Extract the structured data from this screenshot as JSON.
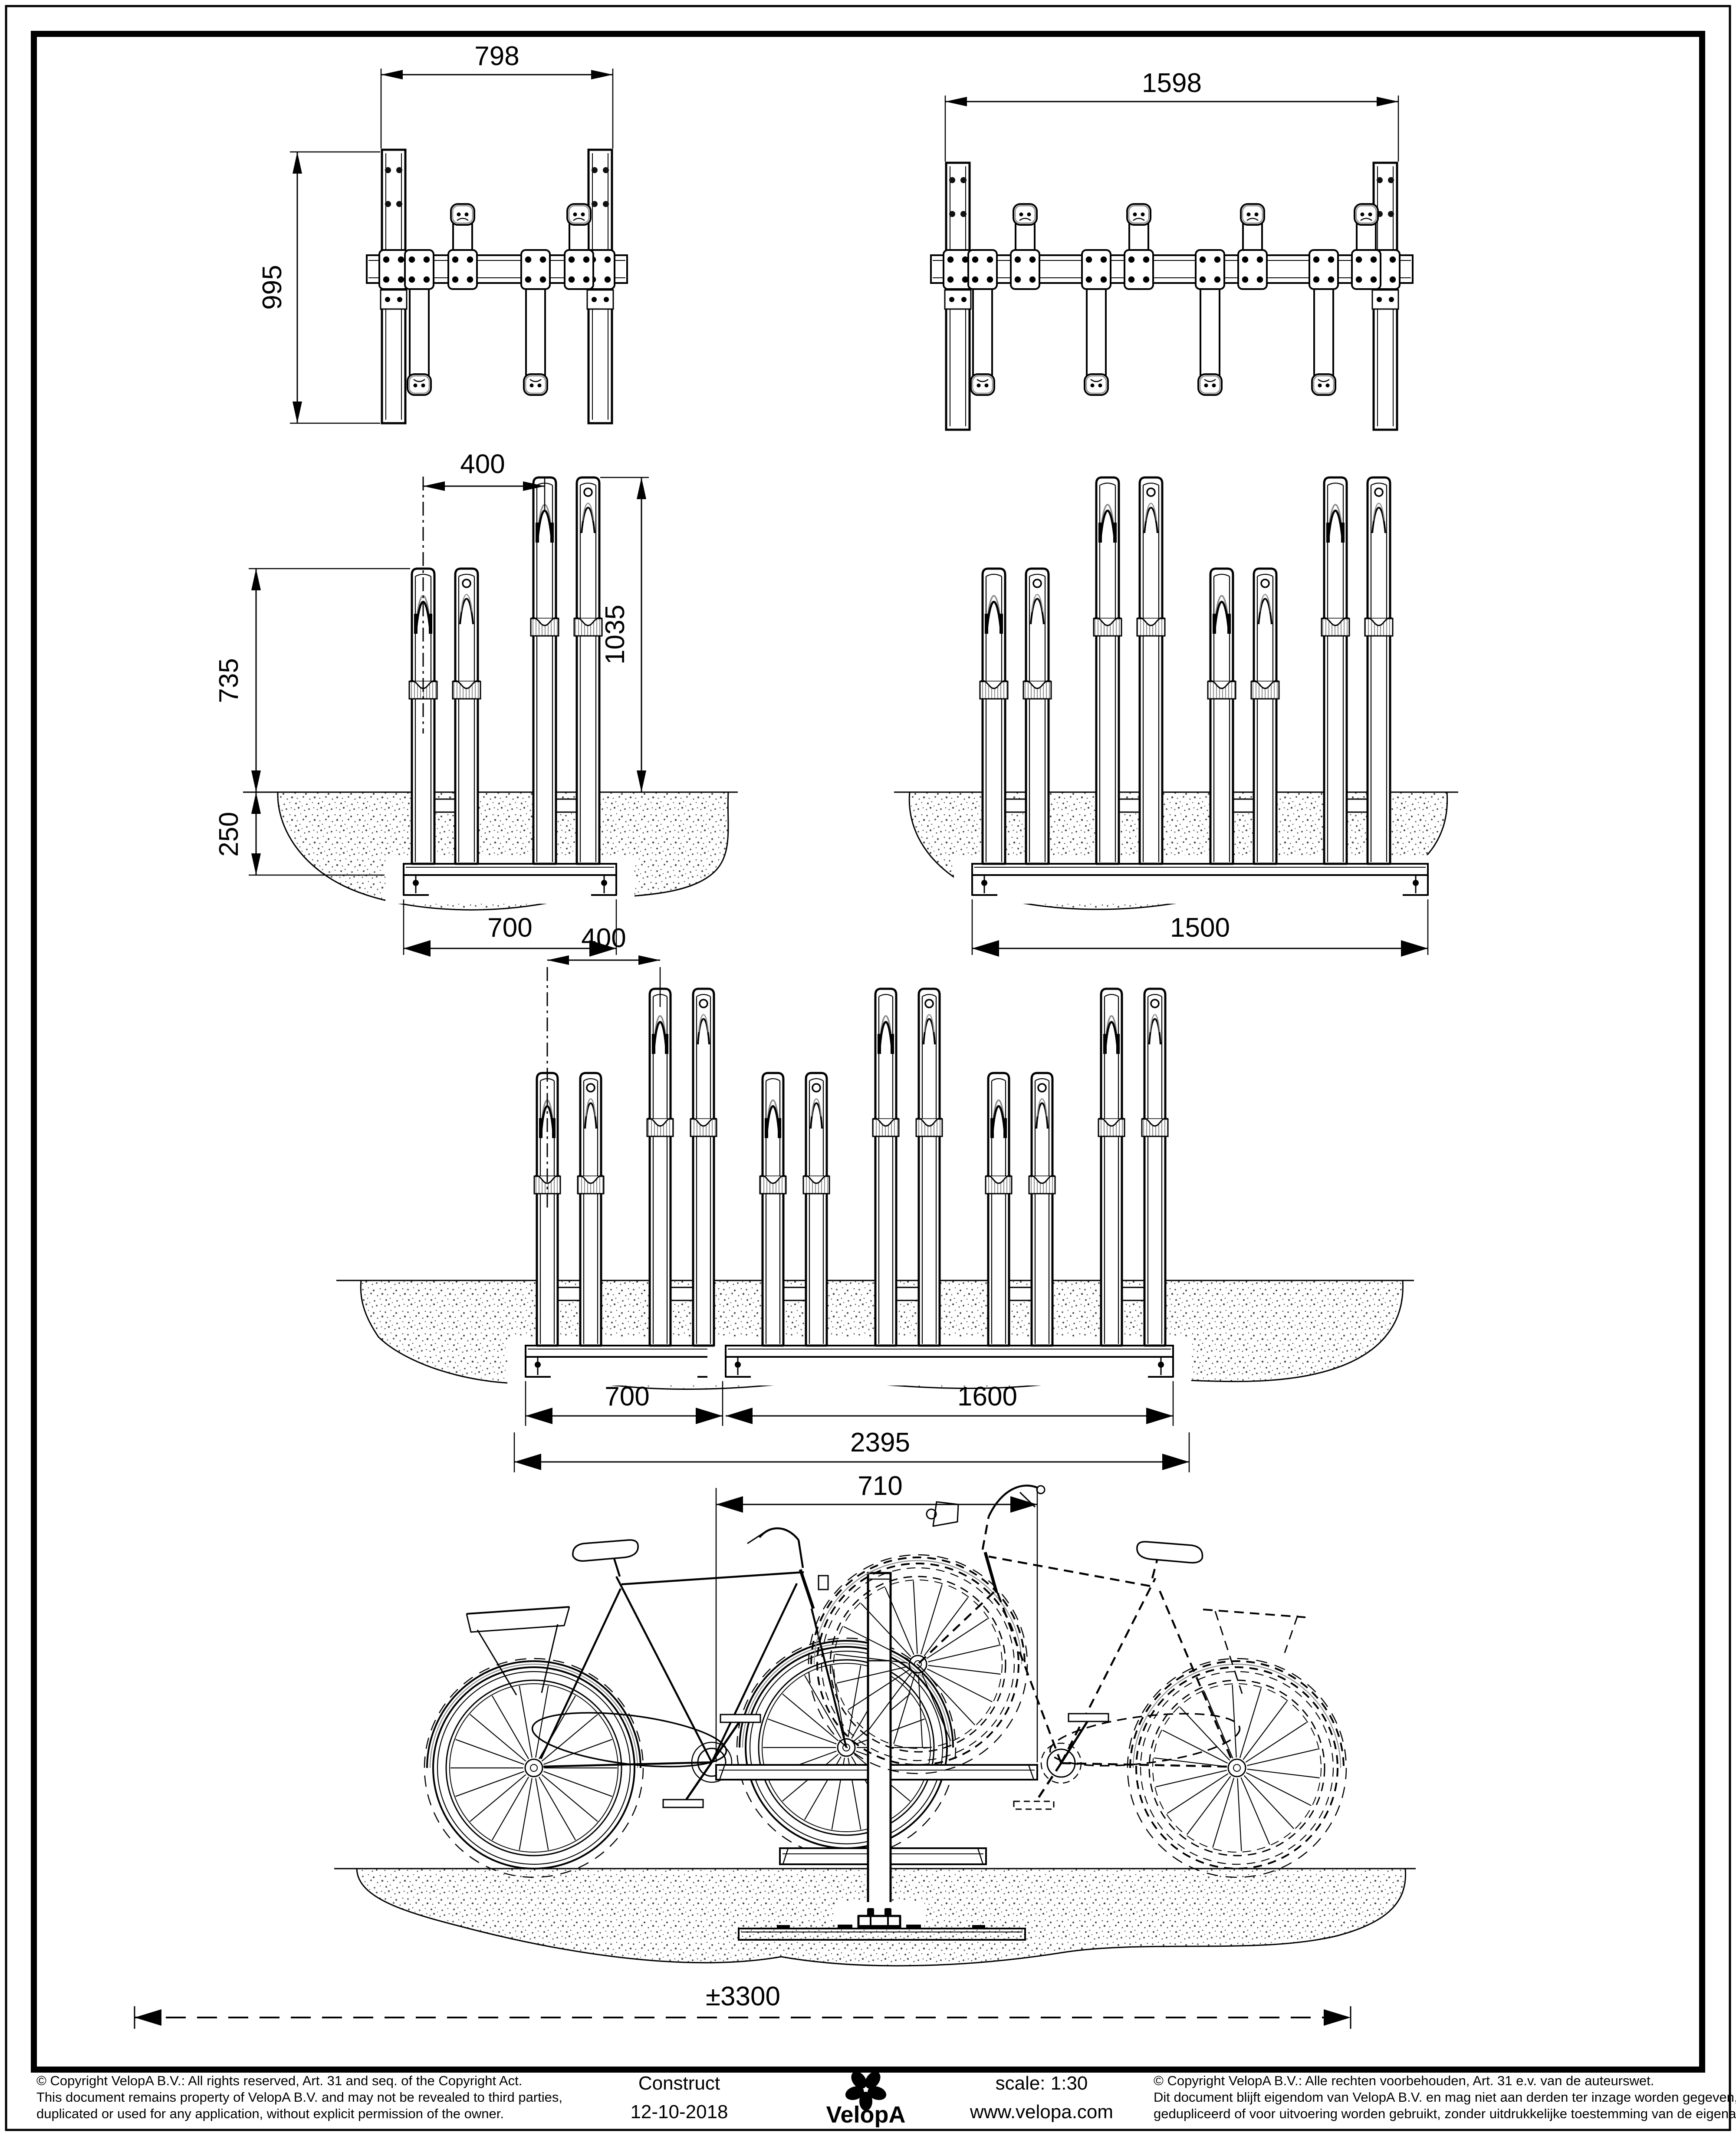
{
  "drawing": {
    "product": "Construct",
    "date": "12-10-2018",
    "scale": "scale: 1:30",
    "website": "www.velopa.com",
    "brand": "VelopA"
  },
  "icons": {
    "brand_logo": "velopa-flower-icon"
  },
  "colors": {
    "ink": "#000000",
    "paper": "#ffffff",
    "detail_gray": "#8c8c8c"
  },
  "dimensions_mm": {
    "plan_two_bike": {
      "overall_width": "798",
      "overall_depth": "995"
    },
    "plan_four_bike": {
      "overall_width": "1598"
    },
    "front_two_bike": {
      "clamp_pitch": "400",
      "low_clamp_height": "735",
      "high_clamp_height": "1035",
      "foundation_depth": "250",
      "base_length": "700"
    },
    "front_four_bike": {
      "base_length": "1500"
    },
    "front_combined": {
      "clamp_pitch": "400",
      "base_length_left": "700",
      "base_length_right": "1600",
      "overall_length": "2395"
    },
    "side_view": {
      "stand_width": "710",
      "overall_length_with_bikes": "±3300"
    }
  },
  "footer": {
    "copyright_en": [
      "©  Copyright VelopA B.V.: All rights reserved, Art. 31 and seq. of the Copyright Act.",
      "This document remains property of VelopA B.V. and may not be revealed to third parties,",
      "duplicated or used for any application, without explicit permission of the owner."
    ],
    "copyright_nl": [
      "©  Copyright VelopA B.V.: Alle rechten voorbehouden, Art. 31 e.v. van de auteurswet.",
      "Dit document blijft eigendom van VelopA B.V. en mag niet aan derden ter inzage worden gegeven,",
      "gedupliceerd of voor uitvoering worden gebruikt, zonder uitdrukkelijke toestemming van de eigenaar."
    ]
  }
}
